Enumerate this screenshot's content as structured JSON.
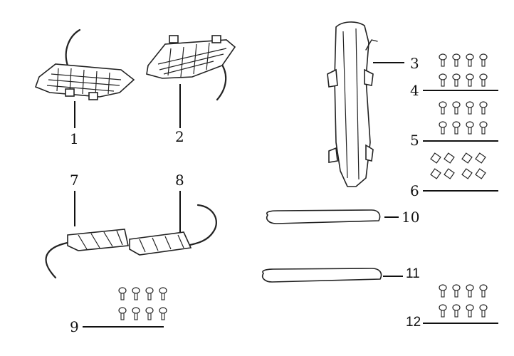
{
  "labels": [
    "1",
    "2",
    "3",
    "4",
    "5",
    "6",
    "7",
    "8",
    "9",
    "10",
    "11",
    "12"
  ]
}
